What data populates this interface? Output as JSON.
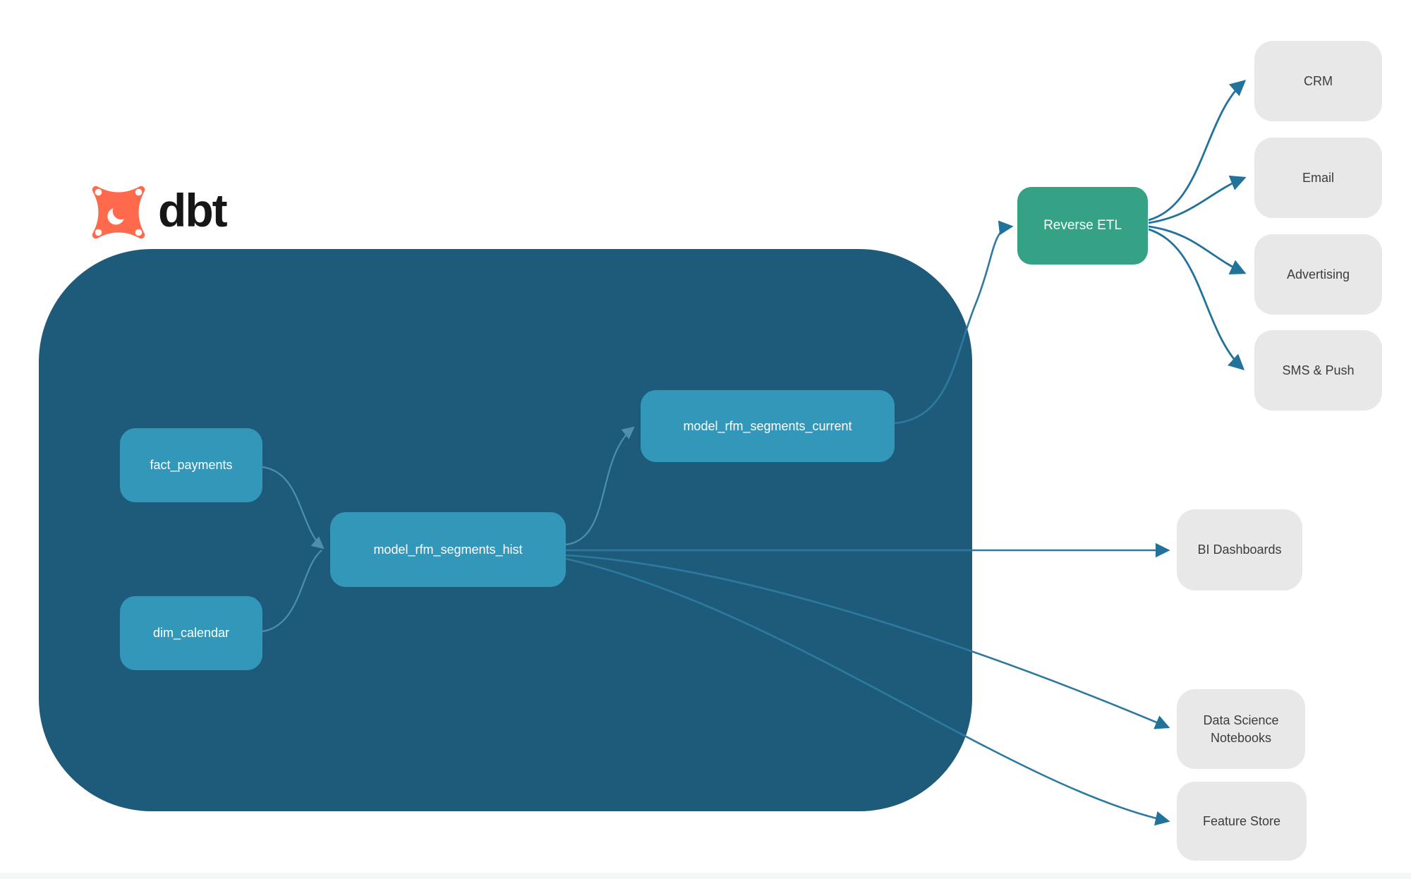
{
  "brand": {
    "name": "dbt",
    "icon": "dbt-logo-icon",
    "icon_color": "#ff6a4d",
    "text_color": "#161616"
  },
  "colors": {
    "warehouse_container_bg": "#1e5b7a",
    "model_node_bg": "#3397b9",
    "model_node_text": "#ffffff",
    "reverse_etl_bg": "#35a285",
    "reverse_etl_text": "#ffffff",
    "endpoint_node_bg": "#e8e8e8",
    "endpoint_node_text": "#3c3c3c",
    "edge_outer": "#22739c",
    "edge_inner": "#4e8fae"
  },
  "diagram": {
    "models": [
      {
        "id": "fact_payments",
        "label": "fact_payments"
      },
      {
        "id": "dim_calendar",
        "label": "dim_calendar"
      },
      {
        "id": "model_rfm_segments_hist",
        "label": "model_rfm_segments_hist"
      },
      {
        "id": "model_rfm_segments_current",
        "label": "model_rfm_segments_current"
      }
    ],
    "activation": {
      "label": "Reverse ETL"
    },
    "activation_destinations": [
      {
        "label": "CRM"
      },
      {
        "label": "Email"
      },
      {
        "label": "Advertising"
      },
      {
        "label": "SMS & Push"
      }
    ],
    "analytics_destinations": [
      {
        "label": "BI Dashboards"
      },
      {
        "label": "Data Science Notebooks"
      },
      {
        "label": "Feature Store"
      }
    ],
    "edges": [
      {
        "from": "fact_payments",
        "to": "model_rfm_segments_hist"
      },
      {
        "from": "dim_calendar",
        "to": "model_rfm_segments_hist"
      },
      {
        "from": "model_rfm_segments_hist",
        "to": "model_rfm_segments_current"
      },
      {
        "from": "model_rfm_segments_hist",
        "to": "BI Dashboards"
      },
      {
        "from": "model_rfm_segments_hist",
        "to": "Data Science Notebooks"
      },
      {
        "from": "model_rfm_segments_hist",
        "to": "Feature Store"
      },
      {
        "from": "model_rfm_segments_current",
        "to": "Reverse ETL"
      },
      {
        "from": "Reverse ETL",
        "to": "CRM"
      },
      {
        "from": "Reverse ETL",
        "to": "Email"
      },
      {
        "from": "Reverse ETL",
        "to": "Advertising"
      },
      {
        "from": "Reverse ETL",
        "to": "SMS & Push"
      }
    ]
  }
}
